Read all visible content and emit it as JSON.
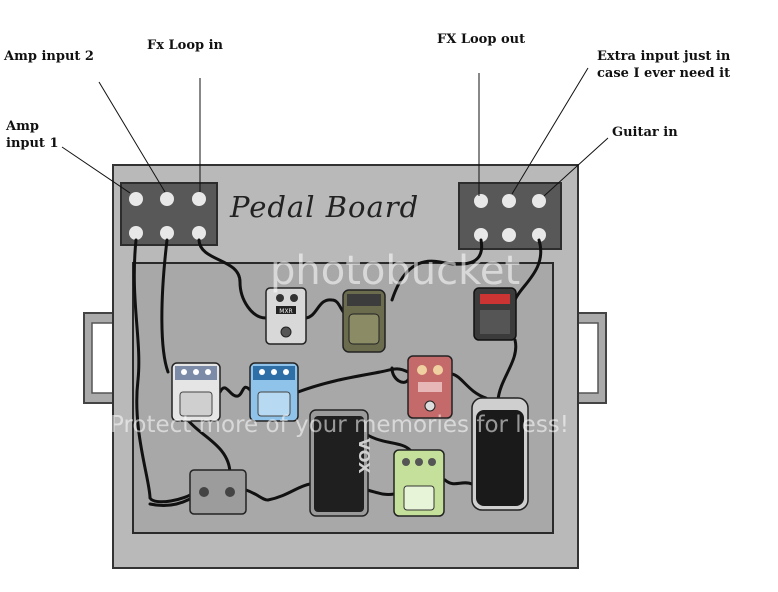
{
  "labels": {
    "amp_input_2": "Amp input 2",
    "fx_loop_in": "Fx Loop in",
    "fx_loop_out": "FX Loop out",
    "extra_input": "Extra input just in\ncase I ever need it",
    "amp_input_1": "Amp\ninput 1",
    "guitar_in": "Guitar in"
  },
  "board": {
    "title": "Pedal Board"
  },
  "pedals": {
    "mxr": "MXR",
    "vox": "VOX"
  },
  "watermark": {
    "main": "photobucket",
    "sub": "Protect more of your memories for less!"
  },
  "colors": {
    "board": "#b9b9b9",
    "board_border": "#3a3a3a",
    "jack_box": "#585858",
    "jack": "#e8e8e8",
    "cable": "#111111"
  }
}
